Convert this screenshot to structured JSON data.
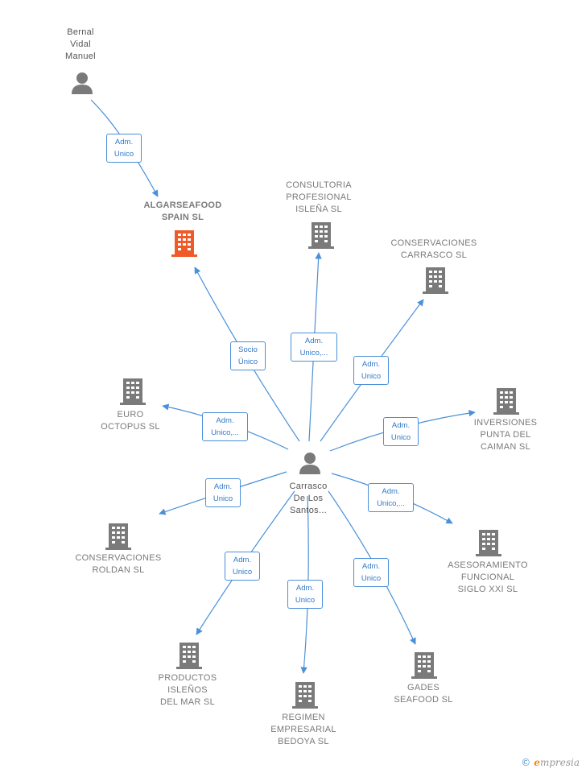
{
  "nodes": {
    "bernal": {
      "label": "Bernal\nVidal\nManuel",
      "kind": "person"
    },
    "carrasco": {
      "label": "Carrasco\nDe Los\nSantos...",
      "kind": "person"
    },
    "algarseafood": {
      "label": "ALGARSEAFOOD\nSPAIN  SL",
      "kind": "company-main",
      "color": "#f05a28"
    },
    "consultoria": {
      "label": "CONSULTORIA\nPROFESIONAL\nISLEÑA  SL",
      "kind": "company"
    },
    "conservaciones_carrasco": {
      "label": "CONSERVACIONES\nCARRASCO  SL",
      "kind": "company"
    },
    "euro_octopus": {
      "label": "EURO\nOCTOPUS  SL",
      "kind": "company"
    },
    "inversiones": {
      "label": "INVERSIONES\nPUNTA DEL\nCAIMAN  SL",
      "kind": "company"
    },
    "conservaciones_roldan": {
      "label": "CONSERVACIONES\nROLDAN  SL",
      "kind": "company"
    },
    "asesoramiento": {
      "label": "ASESORAMIENTO\nFUNCIONAL\nSIGLO XXI  SL",
      "kind": "company"
    },
    "productos": {
      "label": "PRODUCTOS\nISLEÑOS\nDEL MAR SL",
      "kind": "company"
    },
    "regimen": {
      "label": "REGIMEN\nEMPRESARIAL\nBEDOYA SL",
      "kind": "company"
    },
    "gades": {
      "label": "GADES\nSEAFOOD  SL",
      "kind": "company"
    }
  },
  "edges": [
    {
      "label": "Adm.\nUnico"
    },
    {
      "label": "Socio\nÚnico"
    },
    {
      "label": "Adm.\nUnico,..."
    },
    {
      "label": "Adm.\nUnico"
    },
    {
      "label": "Adm.\nUnico,..."
    },
    {
      "label": "Adm.\nUnico"
    },
    {
      "label": "Adm.\nUnico"
    },
    {
      "label": "Adm.\nUnico,..."
    },
    {
      "label": "Adm.\nUnico"
    },
    {
      "label": "Adm.\nUnico"
    },
    {
      "label": "Adm.\nUnico"
    }
  ],
  "colors": {
    "edge": "#4a90d9",
    "icon": "#7a7a7a",
    "highlight": "#f05a28"
  },
  "watermark": {
    "symbol": "©",
    "brand_initial": "e",
    "brand_rest": "mpresia"
  }
}
